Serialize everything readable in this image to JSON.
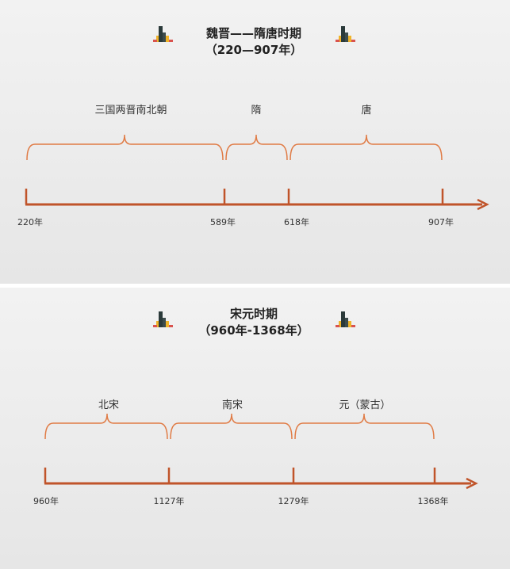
{
  "panels": [
    {
      "title_line1": "魏晋——隋唐时期",
      "title_line2": "（220—907年）",
      "periods": [
        "三国两晋南北朝",
        "隋",
        "唐"
      ],
      "years": [
        "220年",
        "589年",
        "618年",
        "907年"
      ]
    },
    {
      "title_line1": "宋元时期",
      "title_line2": "（960年-1368年）",
      "periods": [
        "北宋",
        "南宋",
        "元（蒙古）"
      ],
      "years": [
        "960年",
        "1127年",
        "1279年",
        "1368年"
      ]
    }
  ],
  "colors": {
    "axis": "#c0542a",
    "brace": "#e07b45",
    "icon_dark": "#2b3a3a",
    "icon_yellow": "#f0b429",
    "icon_red": "#d9534f"
  }
}
